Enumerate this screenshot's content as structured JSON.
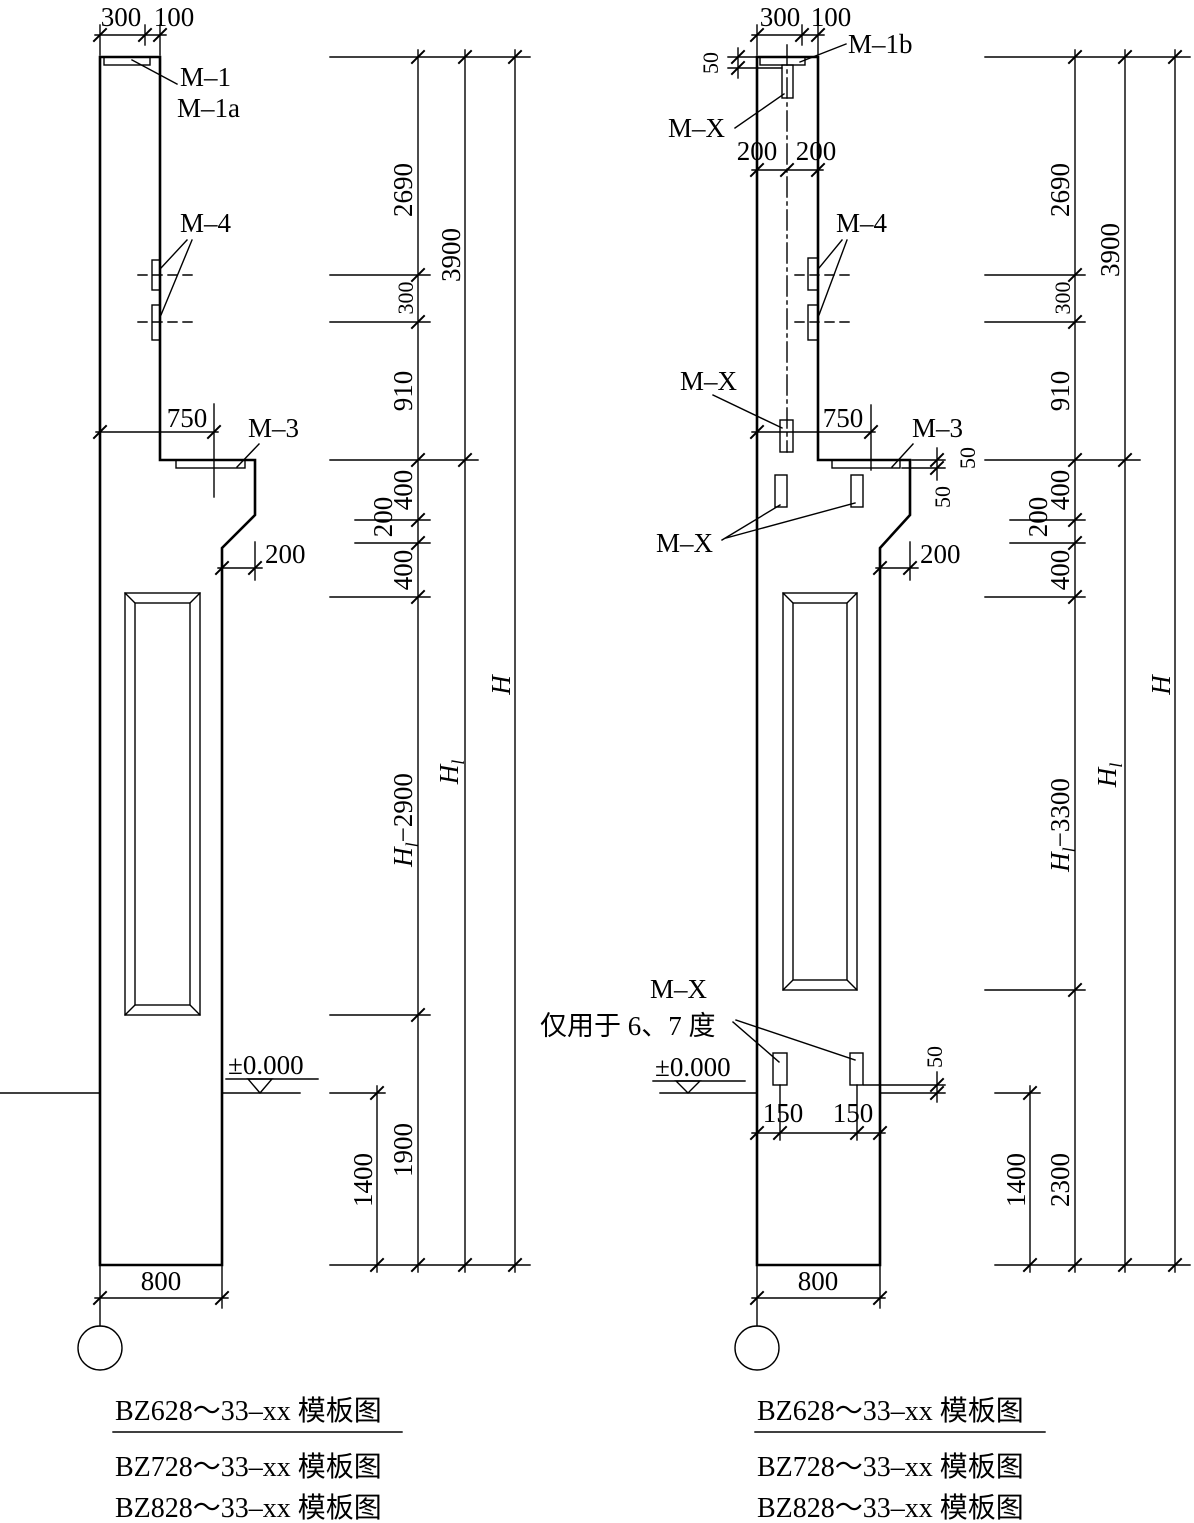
{
  "left": {
    "top_dims": {
      "a": "300",
      "b": "100"
    },
    "plates": {
      "m1": "M–1",
      "m1a": "M–1a",
      "m4": "M–4",
      "m3": "M–3"
    },
    "dims": {
      "w750": "750",
      "corbel": "200",
      "width": "800"
    },
    "level": "±0.000",
    "chain": {
      "d2690": "2690",
      "d300": "300",
      "d910": "910",
      "d400a": "400",
      "d200": "200",
      "d400b": "400",
      "opening": {
        "symbol": "H",
        "sub": "l",
        "rest": "−2900"
      },
      "d1900": "1900",
      "d1400": "1400"
    },
    "upper_total": "3900",
    "lower_total": {
      "symbol": "H",
      "sub": "l"
    },
    "total": "H",
    "captions": [
      "BZ628～33–xx 模板图",
      "BZ728～33–xx 模板图",
      "BZ828～33–xx 模板图"
    ]
  },
  "right": {
    "top_dims": {
      "a": "300",
      "b": "100"
    },
    "top_offset": "50",
    "plates": {
      "m1b": "M–1b",
      "mx_top": "M–X",
      "m4": "M–4",
      "mx_mid": "M–X",
      "m3": "M–3",
      "mx_corbel": "M–X",
      "mx_base": "M–X",
      "mx_base_note": "仅用于 6、7 度"
    },
    "dims": {
      "half_a": "200",
      "half_b": "200",
      "w750": "750",
      "m3_a": "50",
      "m3_b": "50",
      "corbel": "200",
      "base_plate": "50",
      "edge_a": "150",
      "edge_b": "150",
      "width": "800"
    },
    "level": "±0.000",
    "chain": {
      "d2690": "2690",
      "d300": "300",
      "d910": "910",
      "d400a": "400",
      "d200": "200",
      "d400b": "400",
      "opening": {
        "symbol": "H",
        "sub": "l",
        "rest": "−3300"
      },
      "d2300": "2300",
      "d1400": "1400"
    },
    "upper_total": "3900",
    "lower_total": {
      "symbol": "H",
      "sub": "l"
    },
    "total": "H",
    "captions": [
      "BZ628～33–xx 模板图",
      "BZ728～33–xx 模板图",
      "BZ828～33–xx 模板图"
    ]
  }
}
